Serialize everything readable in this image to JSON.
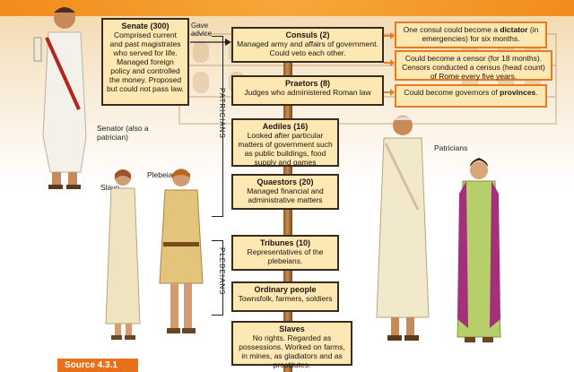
{
  "senate": {
    "title": "Senate (300)",
    "desc": "Comprised current and past magistrates who served for life. Managed foreign policy and controlled the money. Proposed but could not pass law."
  },
  "gave_advice": "Gave advice",
  "magistrates": [
    {
      "title": "Consuls (2)",
      "desc": "Managed army and affairs of government. Could veto each other."
    },
    {
      "title": "Praetors (8)",
      "desc": "Judges who administered Roman law"
    },
    {
      "title": "Aediles (16)",
      "desc": "Looked after particular matters of government such as public buildings, food supply and games"
    },
    {
      "title": "Quaestors (20)",
      "desc": "Managed financial and administrative matters"
    },
    {
      "title": "Tribunes (10)",
      "desc": "Representatives of the plebeians."
    },
    {
      "title": "Ordinary people",
      "desc": "Townsfolk, farmers, soldiers"
    },
    {
      "title": "Slaves",
      "desc": "No rights. Regarded as possessions. Worked on farms, in mines, as gladiators and as prostitutes."
    }
  ],
  "notes": {
    "dictator_pre": "One consul could become a ",
    "dictator_bold": "dictator",
    "dictator_post": " (in emergencies) for six months.",
    "censor": "Could become a censor (for 18 months). Censors conducted a census (head count) of Rome every five years.",
    "governor_pre": "Could become governors of ",
    "governor_bold": "provinces",
    "governor_post": "."
  },
  "side_labels": {
    "patricians": "PATRICIANS",
    "plebeians": "PLEBEIANS"
  },
  "figure_labels": {
    "senator": "Senator (also a patrician)",
    "slave": "Slave",
    "plebeian": "Plebeian",
    "patricians": "Patricians"
  },
  "source": "Source 4.3.1",
  "colors": {
    "accent": "#e87c1d",
    "box_fill": "#fde7b3",
    "box_border": "#3a2a1a"
  }
}
